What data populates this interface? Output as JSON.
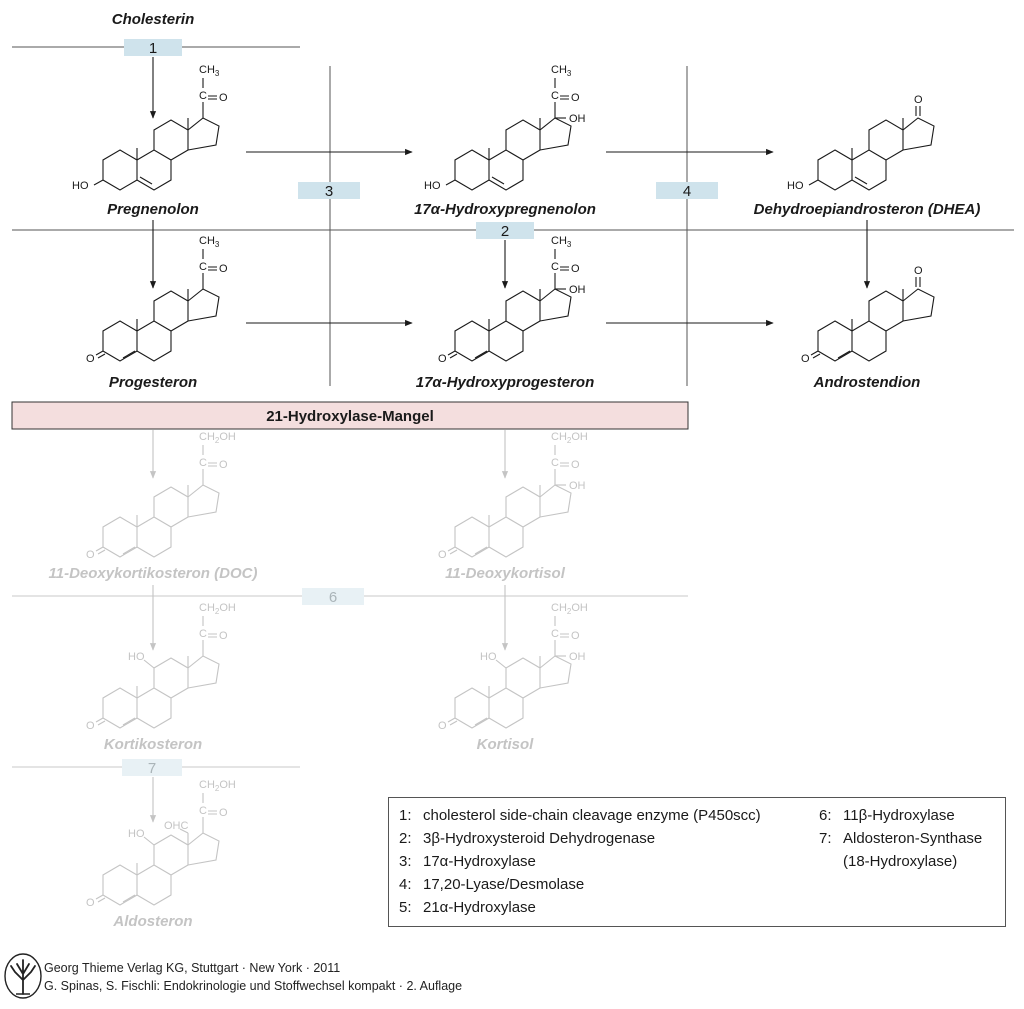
{
  "colors": {
    "step_box": "#cfe3ec",
    "step_box_dim": "#e8f1f5",
    "deficiency_box": "#f4dede",
    "active": "#1a1a1a",
    "dim": "#c4c4c4"
  },
  "start": {
    "label": "Cholesterin"
  },
  "steps": [
    {
      "id": "s1",
      "label": "1"
    },
    {
      "id": "s2",
      "label": "2"
    },
    {
      "id": "s3",
      "label": "3"
    },
    {
      "id": "s4",
      "label": "4"
    },
    {
      "id": "s6",
      "label": "6"
    },
    {
      "id": "s7",
      "label": "7"
    }
  ],
  "compounds": [
    {
      "id": "pregnenolon",
      "name": "Pregnenolon",
      "active": true
    },
    {
      "id": "oh_pregnenolon",
      "name": "17α-Hydroxypregnenolon",
      "active": true
    },
    {
      "id": "dhea",
      "name": "Dehydroepiandrosteron (DHEA)",
      "active": true
    },
    {
      "id": "progesteron",
      "name": "Progesteron",
      "active": true
    },
    {
      "id": "oh_progesteron",
      "name": "17α-Hydroxyprogesteron",
      "active": true
    },
    {
      "id": "androstendion",
      "name": "Androstendion",
      "active": true
    },
    {
      "id": "doc",
      "name": "11-Deoxykortikosteron (DOC)",
      "active": false
    },
    {
      "id": "deoxykortisol",
      "name": "11-Deoxykortisol",
      "active": false
    },
    {
      "id": "kortikosteron",
      "name": "Kortikosteron",
      "active": false
    },
    {
      "id": "kortisol",
      "name": "Kortisol",
      "active": false
    },
    {
      "id": "aldosteron",
      "name": "Aldosteron",
      "active": false
    }
  ],
  "atoms": {
    "ch3": "CH",
    "ch3_sub": "3",
    "ch2oh_a": "CH",
    "ch2oh_sub": "2",
    "ch2oh_b": "OH",
    "c": "C",
    "o": "O",
    "oh": "OH",
    "ho": "HO",
    "ohc": "OHC"
  },
  "deficiency": {
    "label": "21-Hydroxylase-Mangel"
  },
  "legend": {
    "left": [
      {
        "num": "1:",
        "text": "cholesterol side-chain cleavage enzyme (P450scc)"
      },
      {
        "num": "2:",
        "text": "3β-Hydroxysteroid Dehydrogenase"
      },
      {
        "num": "3:",
        "text": "17α-Hydroxylase"
      },
      {
        "num": "4:",
        "text": "17,20-Lyase/Desmolase"
      },
      {
        "num": "5:",
        "text": "21α-Hydroxylase"
      }
    ],
    "right": [
      {
        "num": "6:",
        "text": "11β-Hydroxylase"
      },
      {
        "num": "7:",
        "text": "Aldosteron-Synthase"
      },
      {
        "num": "",
        "text": "(18-Hydroxylase)"
      }
    ]
  },
  "footer": {
    "line1": "Georg Thieme Verlag KG, Stuttgart · New York · 2011",
    "line2": "G. Spinas, S. Fischli: Endokrinologie und Stoffwechsel kompakt · 2. Auflage"
  }
}
